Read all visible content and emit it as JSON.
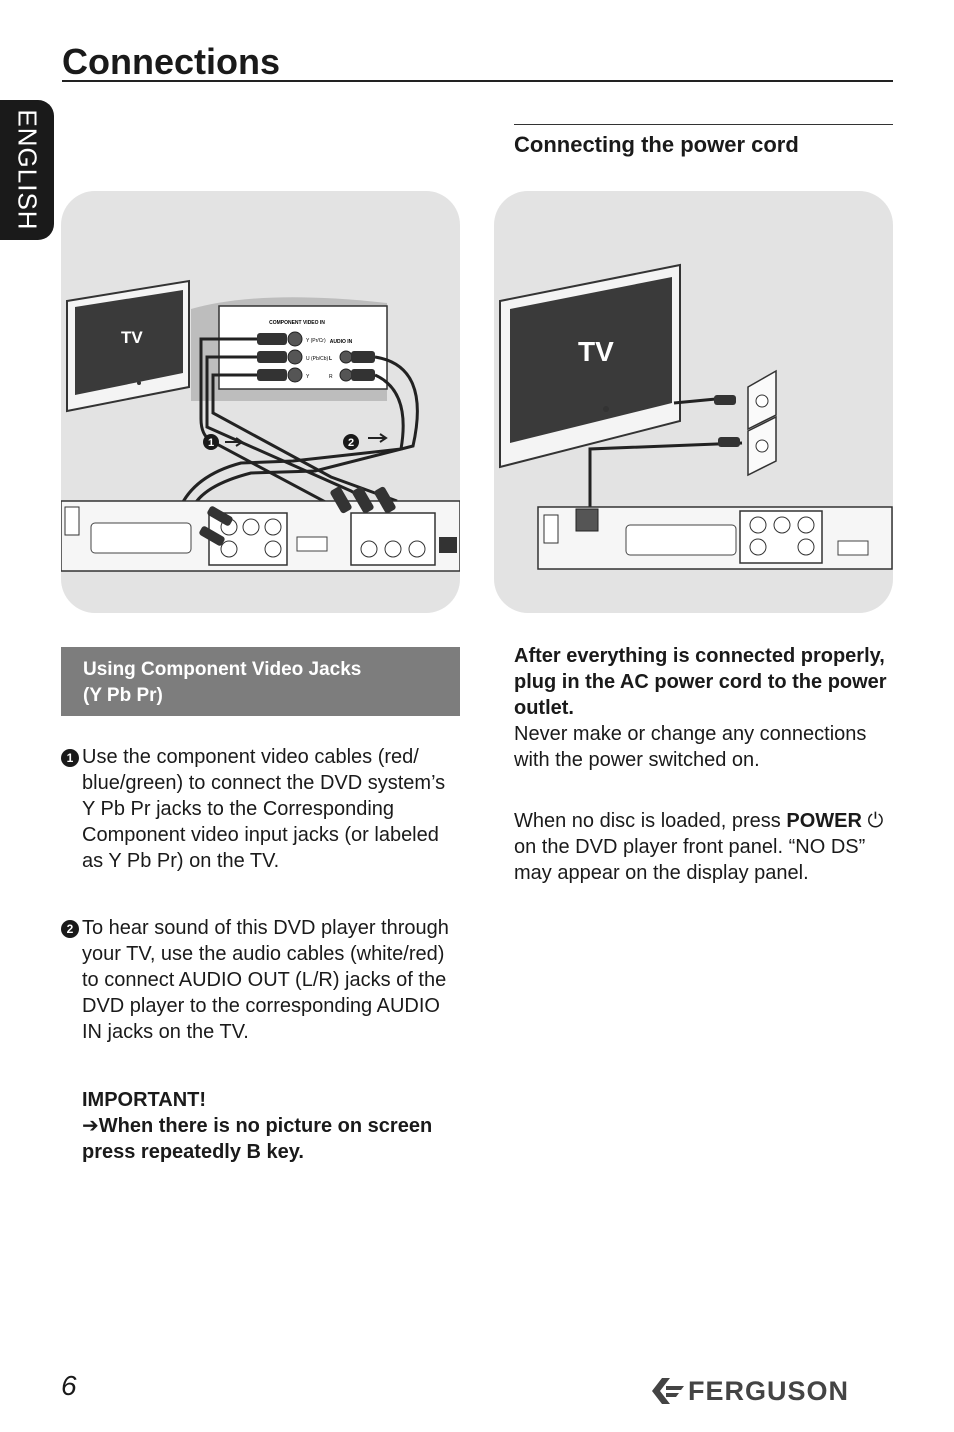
{
  "header": {
    "title": "Connections",
    "language_tab": "ENGLISH"
  },
  "left_figure": {
    "tv_label": "TV",
    "jack_panel_title": "COMPONENT VIDEO IN",
    "audio_in_label": "AUDIO IN",
    "jack_y": "Y (Pr/Cr)",
    "jack_u": "U (Pb/Cb)",
    "jack_v": "Y",
    "audio_l": "L",
    "audio_r": "R",
    "marker_1": "1",
    "marker_2": "2"
  },
  "right_figure": {
    "tv_label": "TV"
  },
  "section": {
    "heading_line1": "Using Component Video Jacks",
    "heading_line2": "(Y Pb Pr)"
  },
  "steps": [
    {
      "number": "1",
      "text": "Use the component video cables (red/ blue/green) to connect the DVD system’s Y Pb Pr jacks to the Corresponding Component video input jacks (or labeled as Y Pb Pr) on the TV."
    },
    {
      "number": "2",
      "text": "To hear sound of this DVD player through your TV, use the audio cables (white/red) to connect AUDIO OUT (L/R) jacks of the DVD player to the corresponding AUDIO IN jacks on the TV."
    }
  ],
  "important": {
    "label": "IMPORTANT!",
    "arrow": "➔",
    "text": "When there is no picture on screen press repeatedly B key."
  },
  "power_section": {
    "heading": "Connecting the power cord",
    "bold_text": "After everything is connected properly, plug in the AC power cord to the power outlet.",
    "warning": "Never make or change any connections with the power switched on.",
    "text_before": "When no disc is loaded, press",
    "power_label": "POWER",
    "power_icon": "⏻",
    "text_after": "on the DVD player front panel. “NO DS” may appear on the display panel."
  },
  "footer": {
    "page_number": "6",
    "brand": "FERGUSON"
  }
}
